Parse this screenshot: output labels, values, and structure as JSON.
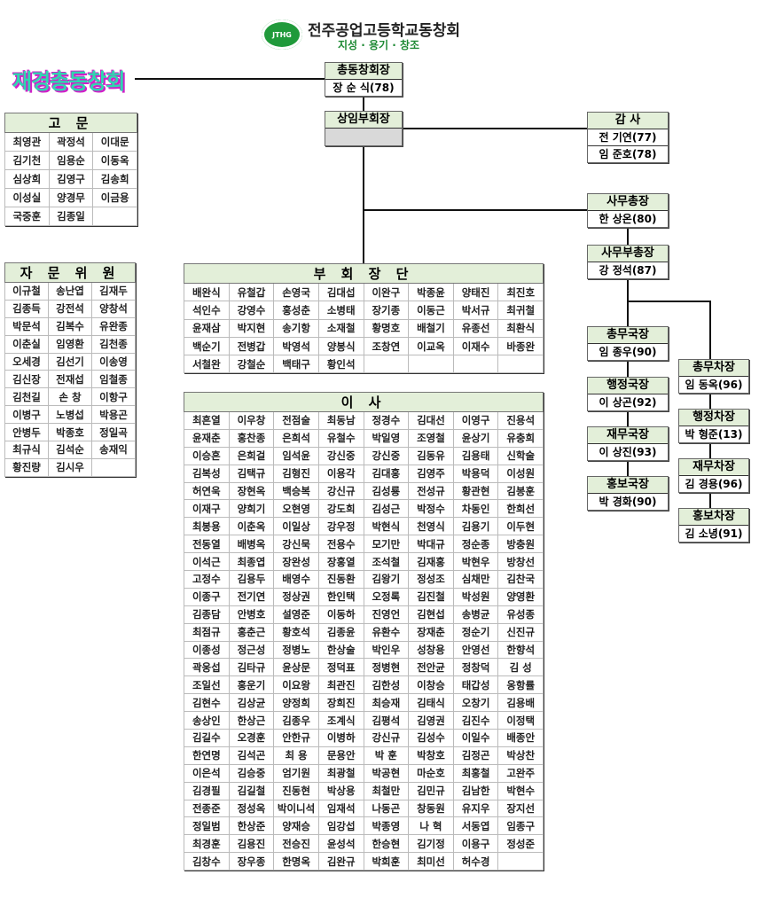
{
  "header": {
    "logo_text": "JTHG",
    "org_name": "전주공업고등학교동창회",
    "motto": "지성 · 용기 · 창조",
    "chapter_title": "재경총동창회"
  },
  "colors": {
    "header_fill": "#e3efd9",
    "logo_green": "#1f9a3a"
  },
  "president": {
    "title": "총동창회장",
    "name": "장 순 식(78)"
  },
  "standing_vp": {
    "title": "상임부회장"
  },
  "auditors": {
    "title": "감  사",
    "names": [
      "전 기연(77)",
      "임 준호(78)"
    ]
  },
  "secretary_general": {
    "title": "사무총장",
    "name": "한 상온(80)"
  },
  "deputy_secretary_general": {
    "title": "사무부총장",
    "name": "강 정석(87)"
  },
  "directors": [
    {
      "title": "총무국장",
      "name": "임 종우(90)"
    },
    {
      "title": "행정국장",
      "name": "이 상곤(92)"
    },
    {
      "title": "재무국장",
      "name": "이 상진(93)"
    },
    {
      "title": "홍보국장",
      "name": "박 경화(90)"
    }
  ],
  "deputy_directors": [
    {
      "title": "총무차장",
      "name": "임 동옥(96)"
    },
    {
      "title": "행정차장",
      "name": "박 형준(13)"
    },
    {
      "title": "재무차장",
      "name": "김 경용(96)"
    },
    {
      "title": "홍보차장",
      "name": "김 소녕(91)"
    }
  ],
  "advisors": {
    "title": "고  문",
    "cols": 3,
    "names": [
      "최영관",
      "곽정석",
      "이대문",
      "김기천",
      "임용순",
      "이동옥",
      "심상희",
      "김영구",
      "김송희",
      "이성실",
      "양경무",
      "이금용",
      "국중훈",
      "김종일",
      ""
    ]
  },
  "consultants": {
    "title": "자 문 위 원",
    "cols": 3,
    "names": [
      "이규철",
      "송난엽",
      "김재두",
      "김종득",
      "강전석",
      "양창석",
      "박문석",
      "김복수",
      "유완종",
      "이춘실",
      "임영환",
      "김천종",
      "오세경",
      "김선기",
      "이송영",
      "김신장",
      "전재섭",
      "임철종",
      "김천길",
      "손 창",
      "이항구",
      "이병구",
      "노병섭",
      "박용곤",
      "안병두",
      "박종호",
      "정일곡",
      "최규식",
      "김석순",
      "송재익",
      "황진량",
      "김시우",
      ""
    ]
  },
  "vice_presidents": {
    "title": "부 회 장 단",
    "cols": 8,
    "names": [
      "배완식",
      "유철갑",
      "손영국",
      "김대섭",
      "이완구",
      "박종윤",
      "양태진",
      "최진호",
      "석인수",
      "강영수",
      "홍성춘",
      "소병태",
      "장기종",
      "이동근",
      "박서규",
      "최귀철",
      "윤재삼",
      "박지현",
      "송기항",
      "소재철",
      "황명호",
      "배철기",
      "유종선",
      "최환식",
      "백순기",
      "전병갑",
      "박영석",
      "양봉식",
      "조창연",
      "이교옥",
      "이재수",
      "바종완",
      "서철완",
      "강철순",
      "백태구",
      "황인석",
      "",
      "",
      "",
      ""
    ]
  },
  "board": {
    "title": "이  사",
    "cols": 8,
    "names": [
      "최흔열",
      "이우창",
      "전점술",
      "최동남",
      "정경수",
      "김대선",
      "이영구",
      "진용석",
      "윤재춘",
      "홍찬종",
      "은희석",
      "유철수",
      "박일영",
      "조영철",
      "윤상기",
      "유충희",
      "이승흔",
      "은희걸",
      "임석윤",
      "강신중",
      "강신중",
      "김동유",
      "김용태",
      "신학술",
      "김복성",
      "김택규",
      "김형진",
      "이용각",
      "김대홍",
      "김영주",
      "박용덕",
      "이성원",
      "허연욱",
      "장현옥",
      "백승복",
      "강신규",
      "김성룡",
      "전성규",
      "황관현",
      "김봉훈",
      "이재구",
      "양희기",
      "오현영",
      "강도희",
      "김성근",
      "박정수",
      "차동인",
      "한희선",
      "최봉용",
      "이춘옥",
      "이일상",
      "강우정",
      "박현식",
      "천영식",
      "김용기",
      "이두현",
      "전동열",
      "배병옥",
      "강신묵",
      "전용수",
      "모기만",
      "박대규",
      "정순종",
      "방충원",
      "이석근",
      "최종엽",
      "장완성",
      "장홍열",
      "조석철",
      "김재홍",
      "박현우",
      "방창선",
      "고정수",
      "김용두",
      "배영수",
      "진동환",
      "김왕기",
      "정성조",
      "심채만",
      "김찬국",
      "이종구",
      "전기연",
      "정상권",
      "한인택",
      "오정록",
      "김진철",
      "박성원",
      "양영환",
      "김종담",
      "안병호",
      "설영준",
      "이동하",
      "진영언",
      "김현섭",
      "송병균",
      "유성종",
      "최점규",
      "홍춘근",
      "황호석",
      "김종윤",
      "유환수",
      "장재춘",
      "정순기",
      "신진규",
      "이종성",
      "정근성",
      "정병노",
      "한상술",
      "박인우",
      "성창용",
      "안영선",
      "한향석",
      "곽웅섭",
      "김타규",
      "윤상문",
      "정덕표",
      "정병현",
      "전안균",
      "정창덕",
      "김 성",
      "조일선",
      "홍운기",
      "이요왕",
      "최관진",
      "김한성",
      "이창승",
      "태갑성",
      "옹항률",
      "김현수",
      "김상균",
      "양정희",
      "장희진",
      "최승재",
      "김태식",
      "오창기",
      "김용배",
      "송상인",
      "한상근",
      "김종우",
      "조계식",
      "김평석",
      "김영권",
      "김진수",
      "이정택",
      "김길수",
      "오경훈",
      "안한규",
      "이병하",
      "강신규",
      "김성수",
      "이일수",
      "배종안",
      "한연명",
      "김석곤",
      "최 용",
      "문용안",
      "박 훈",
      "박창호",
      "김정곤",
      "박상찬",
      "이은석",
      "김승중",
      "엄기원",
      "최광철",
      "박공현",
      "마순호",
      "최홍철",
      "고완주",
      "김경필",
      "김길철",
      "진동현",
      "박상용",
      "최철만",
      "김민규",
      "김남한",
      "박현수",
      "전종준",
      "정성옥",
      "박이니석",
      "임재석",
      "나동곤",
      "창동원",
      "유지우",
      "장지선",
      "정일범",
      "한상준",
      "양재승",
      "임강섭",
      "박종영",
      "나 혁",
      "서동엽",
      "임종구",
      "최경훈",
      "김용진",
      "전승진",
      "윤성석",
      "한승현",
      "김기정",
      "이용구",
      "정성준",
      "김창수",
      "장우종",
      "한명옥",
      "김완규",
      "박희훈",
      "최미선",
      "허수경",
      ""
    ]
  }
}
